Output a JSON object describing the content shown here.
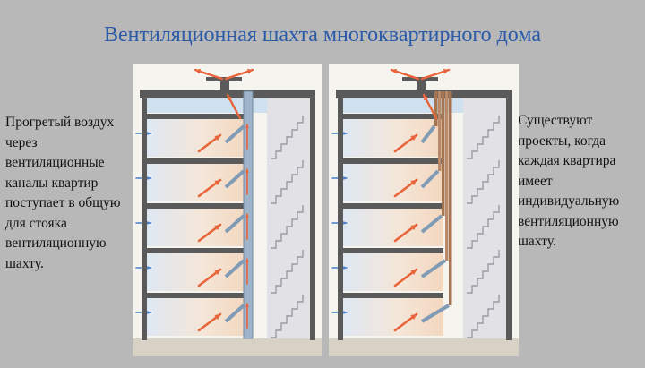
{
  "title": "Вентиляционная шахта многоквартирного дома",
  "left_caption": "Прогретый воздух через вентиляционные каналы квартир поступает в общую для стояка вентиляционную шахту.",
  "right_caption": "Существуют проекты, когда каждая квартира имеет индивидуальную вентиляционную шахту.",
  "colors": {
    "title": "#2a5aa8",
    "background": "#b8b8b8",
    "panel": "#f6f4ef",
    "warm_air": "#e8643a",
    "fresh_air": "#4a7fc8",
    "duct": "#9fb4c8",
    "wall": "#5a5a5a"
  },
  "diagrams": [
    {
      "name": "common-shaft",
      "floors": 5
    },
    {
      "name": "individual-shafts",
      "floors": 5
    }
  ]
}
